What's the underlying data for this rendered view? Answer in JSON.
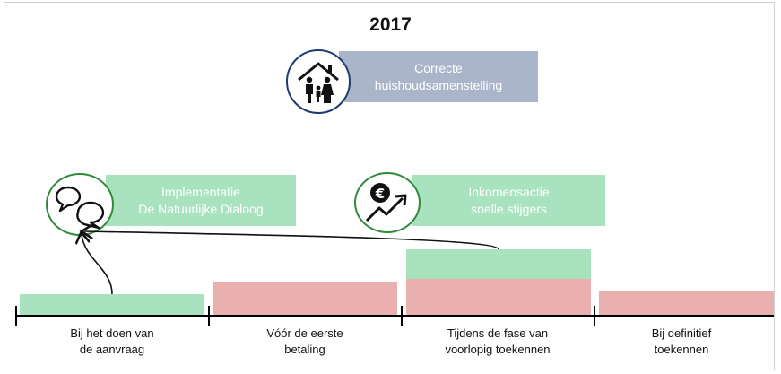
{
  "title": "2017",
  "banners": {
    "household": {
      "line1": "Correcte",
      "line2": "huishoudsamenstelling"
    },
    "dialogue": {
      "line1": "Implementatie",
      "line2": "De Natuurlijke Dialoog"
    },
    "income": {
      "line1": "Inkomensactie",
      "line2": "snelle stijgers"
    }
  },
  "phases": [
    {
      "line1": "Bij het doen van",
      "line2": "de aanvraag"
    },
    {
      "line1": "Vóór de eerste",
      "line2": "betaling"
    },
    {
      "line1": "Tijdens de fase van",
      "line2": "voorlopig toekennen"
    },
    {
      "line1": "Bij definitief",
      "line2": "toekennen"
    }
  ],
  "icons": {
    "household": "family-house-icon",
    "dialogue": "speech-bubbles-icon",
    "income": "euro-rising-chart-icon"
  },
  "colors": {
    "green": "#a9e2be",
    "red": "#eab0b0",
    "grey_blue": "#aab5c9",
    "circle_blue": "#1f3a6e",
    "circle_green": "#2f8a3b"
  }
}
